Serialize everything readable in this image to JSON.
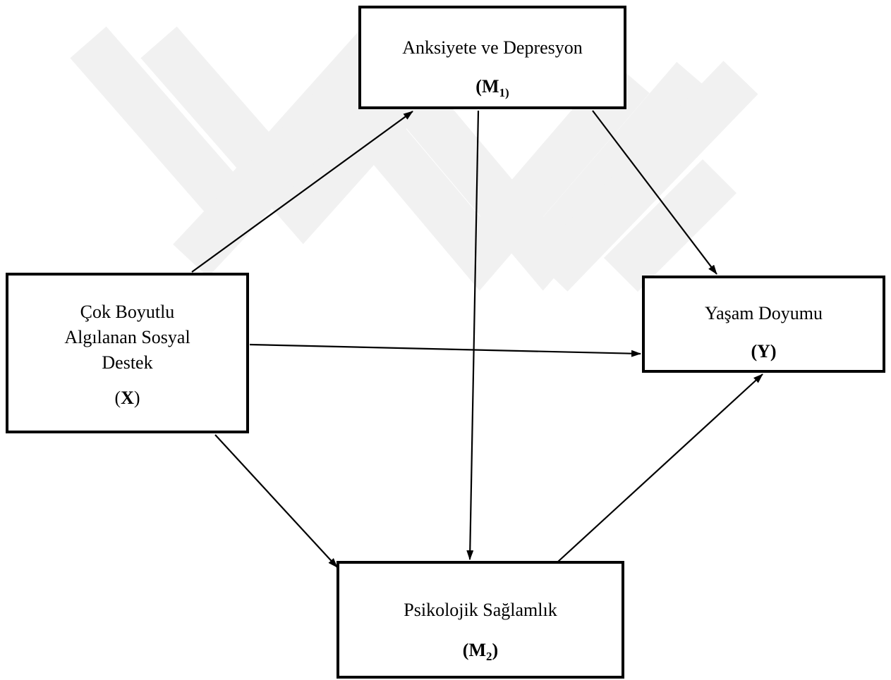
{
  "nodes": {
    "m1": {
      "label": "Anksiyete ve Depresyon",
      "symbol_letter": "M",
      "symbol_sub": "1)",
      "symbol_open": "(",
      "symbol_close": ""
    },
    "x": {
      "label_lines": [
        "Çok Boyutlu",
        "Algılanan Sosyal",
        "Destek"
      ],
      "symbol_letter": "X",
      "symbol_open": "(",
      "symbol_close": ")"
    },
    "y": {
      "label": "Yaşam Doyumu",
      "symbol": "(Y)"
    },
    "m2": {
      "label": "Psikolojik Sağlamlık",
      "symbol_letter": "M",
      "symbol_sub": "2",
      "symbol_open": "(",
      "symbol_close": ")"
    }
  },
  "edges": [
    {
      "from": "x",
      "to": "m1"
    },
    {
      "from": "x",
      "to": "y"
    },
    {
      "from": "x",
      "to": "m2"
    },
    {
      "from": "m1",
      "to": "y"
    },
    {
      "from": "m1",
      "to": "m2"
    },
    {
      "from": "m2",
      "to": "y"
    }
  ],
  "colors": {
    "line": "#000000",
    "watermark": "#f1f1f1"
  }
}
